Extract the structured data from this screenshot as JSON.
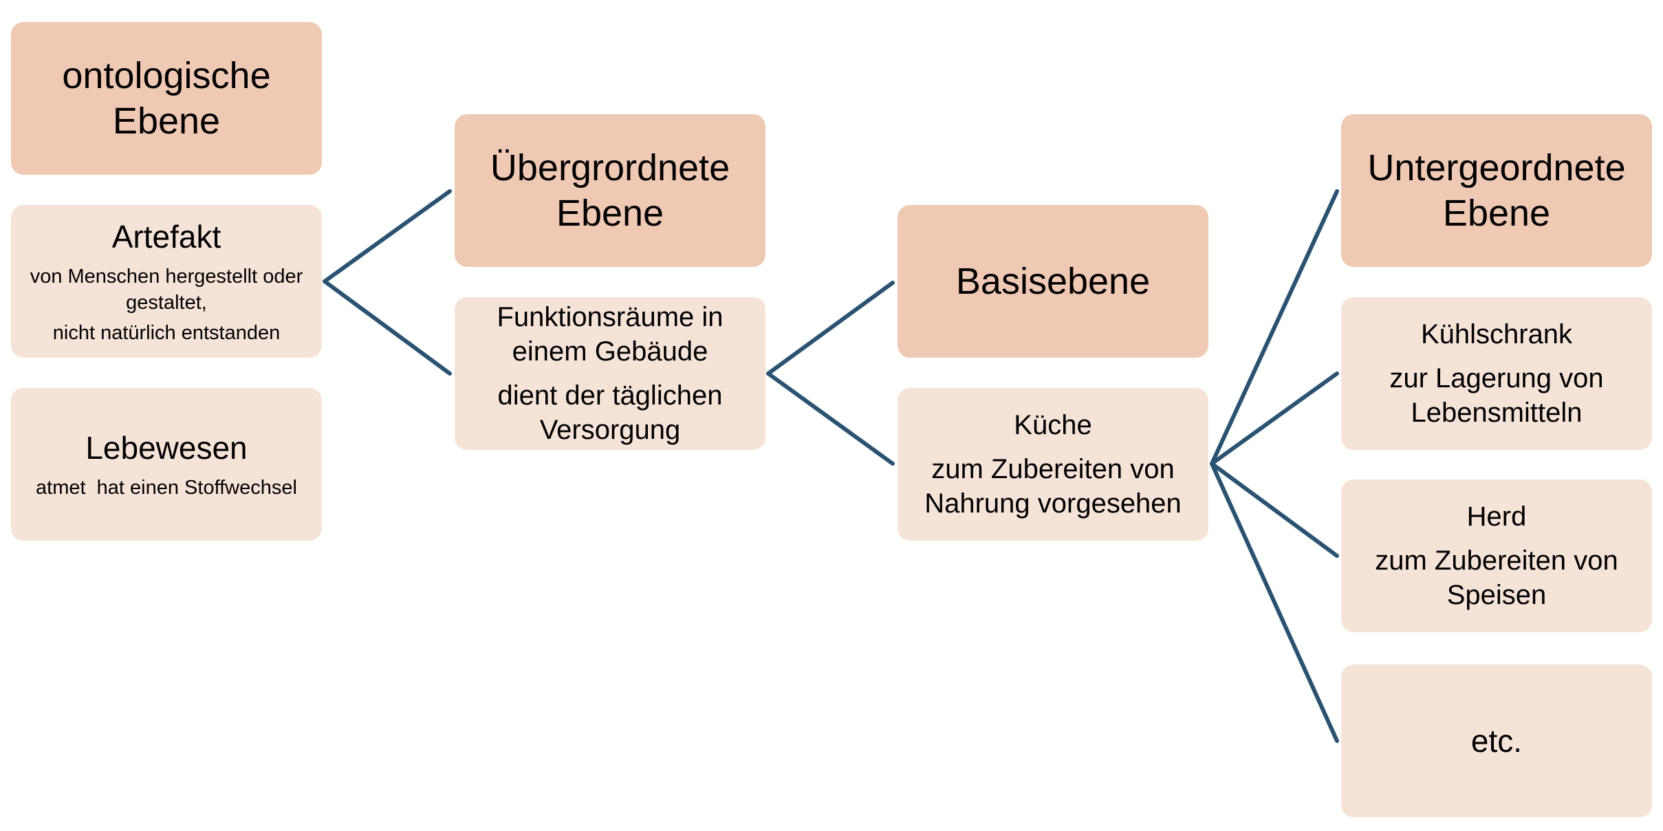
{
  "col1": {
    "header": "ontologische Ebene",
    "artefakt": {
      "title": "Artefakt",
      "desc1": "von Menschen hergestellt oder gestaltet,",
      "desc2": "nicht natürlich entstanden"
    },
    "lebewesen": {
      "title": "Lebewesen",
      "desc": "atmet  hat einen Stoffwechsel"
    }
  },
  "col2": {
    "header": "Übergrordnete Ebene",
    "item": {
      "title": "Funktionsräume in einem Gebäude",
      "desc": "dient der täglichen Versorgung"
    }
  },
  "col3": {
    "header": "Basisebene",
    "item": {
      "title": "Küche",
      "desc": "zum Zubereiten von Nahrung vorgesehen"
    }
  },
  "col4": {
    "header": "Untergeordnete Ebene",
    "kuehlschrank": {
      "title": "Kühlschrank",
      "desc": "zur Lagerung von Lebensmitteln"
    },
    "herd": {
      "title": "Herd",
      "desc": "zum Zubereiten von Speisen"
    },
    "etc": "etc."
  },
  "colors": {
    "header_fill": "#efc9b3",
    "item_fill": "#f6e3d8",
    "connector": "#2b5272"
  }
}
